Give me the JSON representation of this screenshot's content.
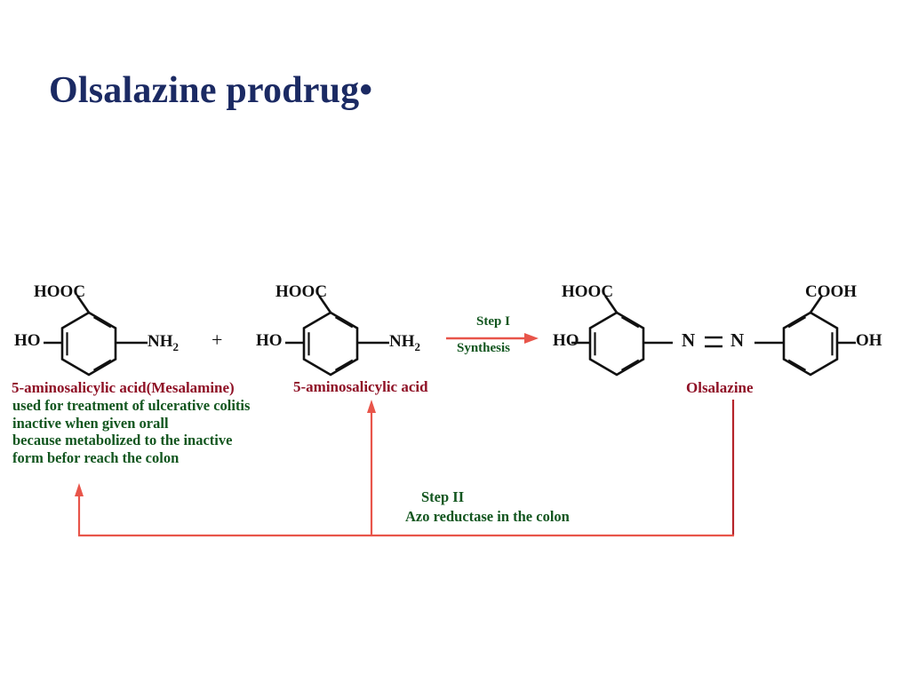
{
  "slide": {
    "title": "Olsalazine prodrug•",
    "title_color": "#1b2a63",
    "background": "#ffffff"
  },
  "colors": {
    "title_navy": "#1b2a63",
    "caption_red": "#8f1126",
    "text_green": "#12561f",
    "arrow_red": "#e8554a",
    "bond_black": "#111111",
    "feedback_red": "#b5242a"
  },
  "reaction": {
    "reactant_1": {
      "name": "5-aminosalicylic acid(Mesalamine)",
      "labels": {
        "carboxyl": "HOOC",
        "hydroxyl": "HO",
        "amine": "NH",
        "amine_sub": "2"
      }
    },
    "plus": "+",
    "reactant_2": {
      "name": "5-aminosalicylic acid",
      "labels": {
        "carboxyl": "HOOC",
        "hydroxyl": "HO",
        "amine": "NH",
        "amine_sub": "2"
      }
    },
    "product": {
      "name": "Olsalazine",
      "labels": {
        "carboxyl_left": "HOOC",
        "hydroxyl_left": "HO",
        "azo_n1": "N",
        "azo_n2": "N",
        "carboxyl_right": "COOH",
        "hydroxyl_right": "OH"
      }
    }
  },
  "steps": {
    "step1": {
      "label": "Step I",
      "description": "Synthesis"
    },
    "step2": {
      "label": "Step II",
      "description": "Azo reductase in the colon"
    }
  },
  "description_lines": [
    "used for treatment of ulcerative colitis",
    "inactive when given orall",
    "because metabolized to the inactive",
    "form befor reach the colon"
  ]
}
